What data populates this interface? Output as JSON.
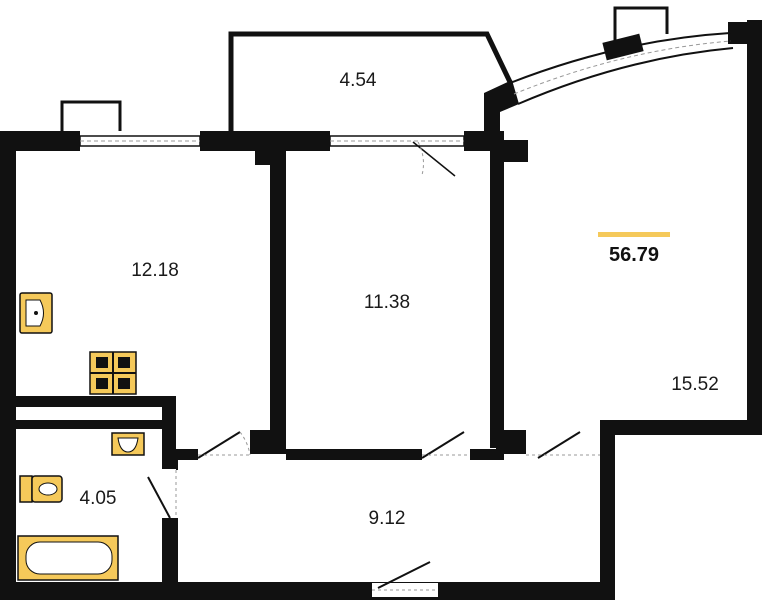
{
  "plan": {
    "total_area": "56.79",
    "rooms": {
      "balcony": "4.54",
      "bedroom_left": "12.18",
      "bedroom_middle": "11.38",
      "living_room": "15.52",
      "bathroom": "4.05",
      "hallway": "9.12"
    },
    "colors": {
      "wall": "#111111",
      "fixture": "#f5c95a",
      "accent_bar": "#f5c95a",
      "window": "#ffffff"
    },
    "icons": [
      "sink-icon",
      "stove-icon",
      "toilet-icon",
      "bathtub-icon",
      "door-icon",
      "window-icon"
    ]
  }
}
